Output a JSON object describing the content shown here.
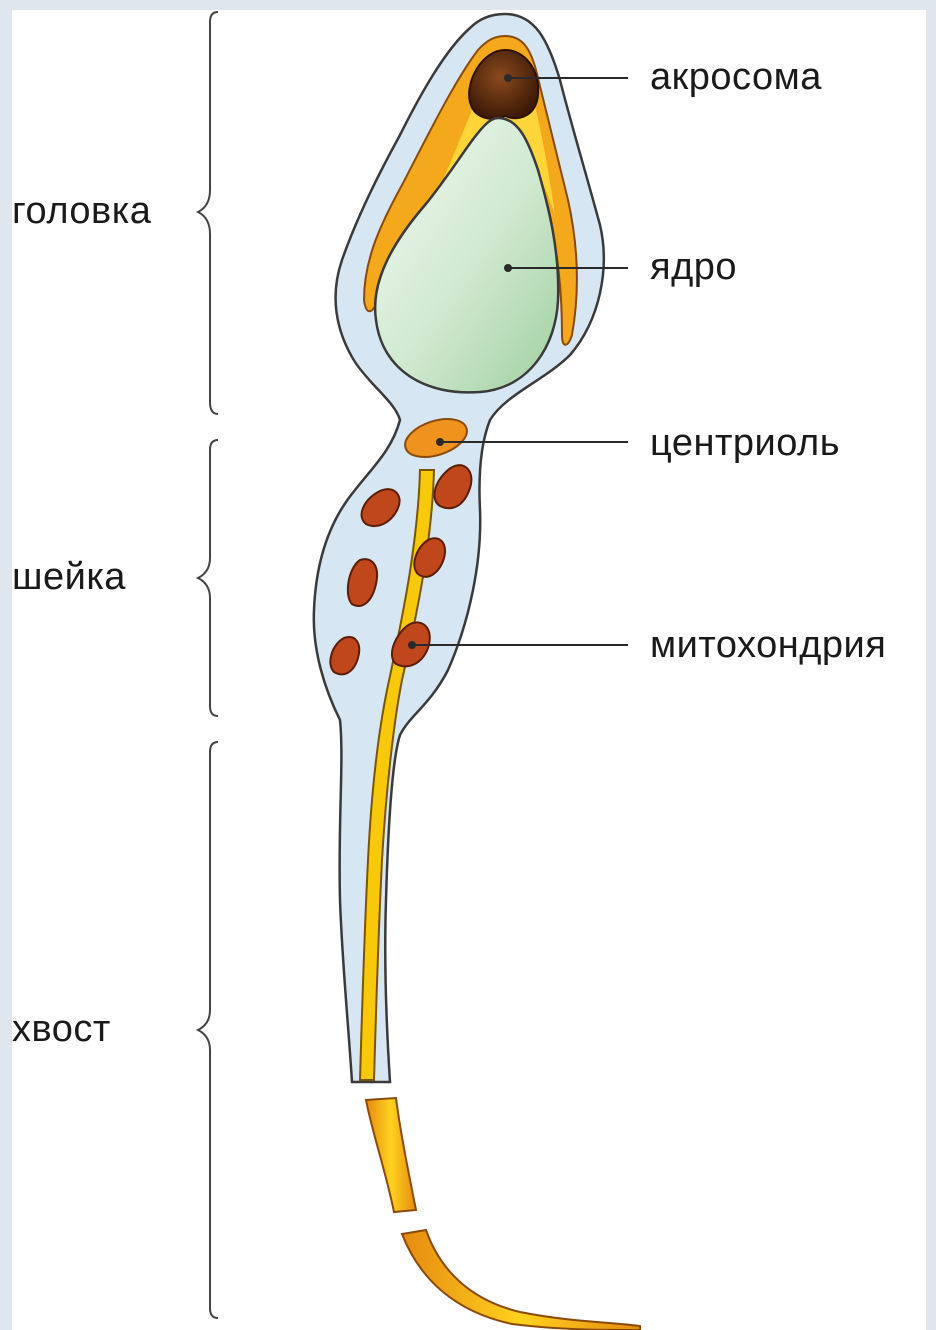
{
  "regions": {
    "head": "головка",
    "neck": "шейка",
    "tail": "хвост"
  },
  "parts": {
    "acrosome": "акросома",
    "nucleus": "ядро",
    "centriole": "центриоль",
    "mitochondria": "митохондрия"
  },
  "colors": {
    "membrane": "#d6e6f2",
    "outline": "#3a3a3a",
    "acrosome": "#5a2a0e",
    "acrosome_cap": "#f2a51a",
    "nucleus": "#b8dcb8",
    "mitochondria": "#c0461c",
    "axial_filament": "#f5c400"
  }
}
